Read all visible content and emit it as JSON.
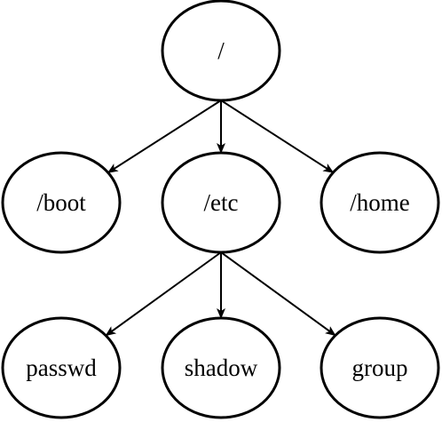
{
  "diagram": {
    "type": "tree",
    "nodes": [
      {
        "id": "root",
        "label": "/"
      },
      {
        "id": "boot",
        "label": "/boot"
      },
      {
        "id": "etc",
        "label": "/etc"
      },
      {
        "id": "home",
        "label": "/home"
      },
      {
        "id": "passwd",
        "label": "passwd"
      },
      {
        "id": "shadow",
        "label": "shadow"
      },
      {
        "id": "group",
        "label": "group"
      }
    ],
    "edges": [
      {
        "from": "root",
        "to": "boot"
      },
      {
        "from": "root",
        "to": "etc"
      },
      {
        "from": "root",
        "to": "home"
      },
      {
        "from": "etc",
        "to": "passwd"
      },
      {
        "from": "etc",
        "to": "shadow"
      },
      {
        "from": "etc",
        "to": "group"
      }
    ]
  }
}
